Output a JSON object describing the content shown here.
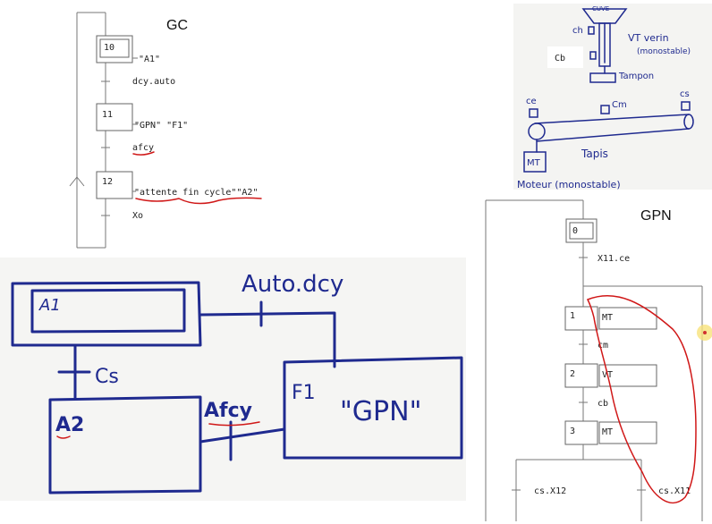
{
  "gc": {
    "title": "GC",
    "steps": [
      {
        "num": "10",
        "action": "\"A1\""
      },
      {
        "num": "11",
        "action": "\"GPN\" \"F1\""
      },
      {
        "num": "12",
        "action": "\"attente fin cycle\"\"A2\""
      }
    ],
    "transitions": [
      "dcy.auto",
      "afcy",
      "Xo"
    ]
  },
  "sketch": {
    "box_a1": "A1",
    "box_a2": "A2",
    "box_f1": "F1",
    "box_f1_action": "\"GPN\"",
    "t_auto": "Auto.dcy",
    "t_cs": "Cs",
    "t_afcy": "Afcy"
  },
  "system": {
    "tank": "CUVE",
    "ch": "ch",
    "cb": "Cb",
    "vt": "VT verin",
    "vt_sub": "(monostable)",
    "tampon": "Tampon",
    "ce": "ce",
    "cm": "Cm",
    "cs": "cs",
    "tapis": "Tapis",
    "mt": "MT",
    "moteur": "Moteur (monostable)"
  },
  "gpn": {
    "title": "GPN",
    "steps": [
      {
        "num": "0",
        "action": ""
      },
      {
        "num": "1",
        "action": "MT"
      },
      {
        "num": "2",
        "action": "VT"
      },
      {
        "num": "3",
        "action": "MT"
      }
    ],
    "transitions": [
      "X11.ce",
      "cm",
      "cb",
      "cs.X12",
      "cs.X11"
    ]
  }
}
